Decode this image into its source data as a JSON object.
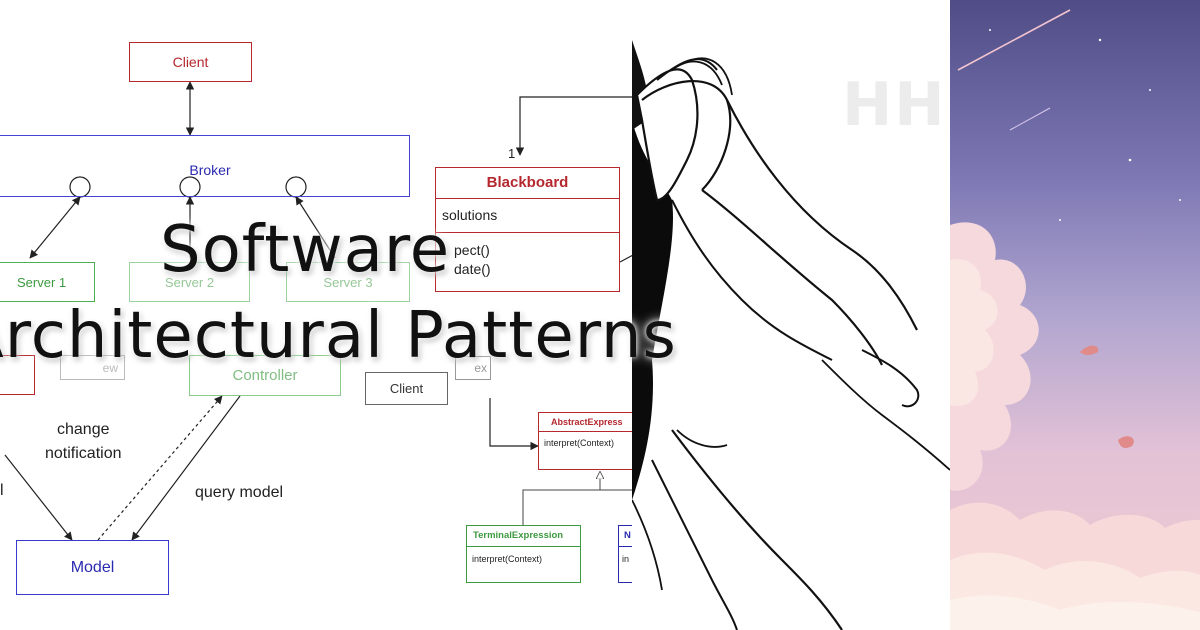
{
  "title": {
    "line1": "Software",
    "line2": "Architectural Patterns"
  },
  "broker": {
    "client": "Client",
    "broker": "Broker",
    "servers": [
      "Server 1",
      "Server 2",
      "Server 3"
    ]
  },
  "mvc": {
    "controller": "Controller",
    "model": "Model",
    "change_notification": [
      "change",
      "notification"
    ],
    "query_model": "query model",
    "left_fragment": "l",
    "partial_text": "ew"
  },
  "blackboard": {
    "multiplicity": "1",
    "title": "Blackboard",
    "attribute": "solutions",
    "ops": [
      "pect()",
      "date()"
    ]
  },
  "interpreter": {
    "client": "Client",
    "abstract_title": "AbstractExpress",
    "abstract_op": "interpret(Context)",
    "terminal_title": "TerminalExpression",
    "terminal_op": "interpret(Context)",
    "nonterminal_title": "N",
    "nonterminal_op": "in",
    "partial_text": "ex"
  },
  "sketch_text": "HHH",
  "colors": {
    "red": "#b5282e",
    "blue": "#3a3acf",
    "green": "#4caf50",
    "sky_top": "#5c5a92",
    "sky_bottom": "#f3cdd0"
  }
}
